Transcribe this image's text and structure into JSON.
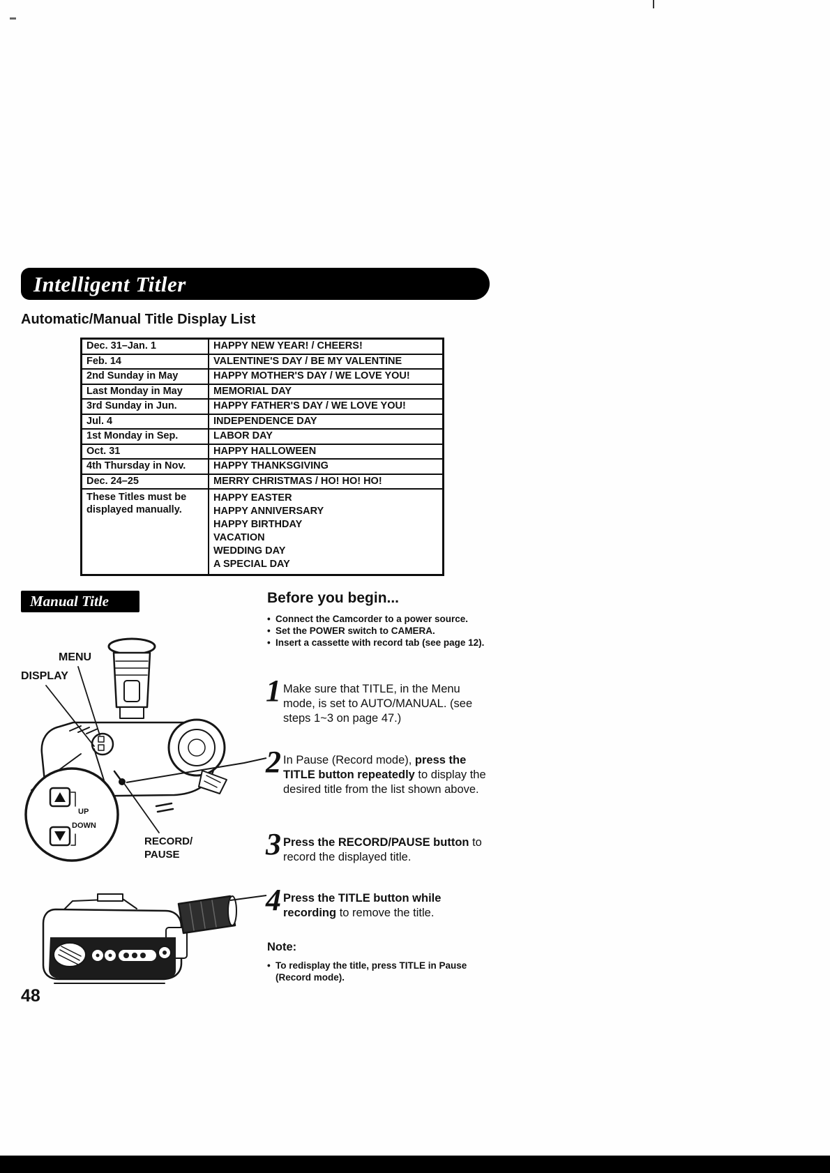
{
  "page": {
    "banner": "Intelligent Titler",
    "section_title": "Automatic/Manual Title Display List",
    "number": "48"
  },
  "colors": {
    "ink": "#111111",
    "banner_bg": "#000000",
    "paper": "#fefefe"
  },
  "title_table": {
    "rows": [
      {
        "date": "Dec. 31–Jan. 1",
        "title": "HAPPY NEW YEAR! / CHEERS!"
      },
      {
        "date": "Feb. 14",
        "title": "VALENTINE'S DAY / BE MY VALENTINE"
      },
      {
        "date": "2nd Sunday in May",
        "title": "HAPPY MOTHER'S DAY / WE LOVE YOU!"
      },
      {
        "date": "Last Monday in May",
        "title": "MEMORIAL DAY"
      },
      {
        "date": "3rd Sunday in Jun.",
        "title": "HAPPY FATHER'S DAY / WE LOVE YOU!"
      },
      {
        "date": "Jul. 4",
        "title": "INDEPENDENCE DAY"
      },
      {
        "date": "1st Monday in Sep.",
        "title": "LABOR DAY"
      },
      {
        "date": "Oct. 31",
        "title": "HAPPY HALLOWEEN"
      },
      {
        "date": "4th Thursday in Nov.",
        "title": "HAPPY THANKSGIVING"
      },
      {
        "date": "Dec. 24–25",
        "title": "MERRY CHRISTMAS / HO! HO! HO!"
      }
    ],
    "manual_row": {
      "label": "These Titles must be displayed manually.",
      "titles": [
        "HAPPY EASTER",
        "HAPPY ANNIVERSARY",
        "HAPPY BIRTHDAY",
        "VACATION",
        "WEDDING DAY",
        "A SPECIAL DAY"
      ]
    }
  },
  "manual_title": {
    "badge": "Manual Title",
    "labels": {
      "menu": "MENU",
      "display": "DISPLAY",
      "up": "UP",
      "down": "DOWN",
      "record_pause_line1": "RECORD/",
      "record_pause_line2": "PAUSE"
    }
  },
  "instructions": {
    "before_title": "Before you begin...",
    "before_items": [
      "Connect the Camcorder to a power source.",
      "Set the POWER switch to CAMERA.",
      "Insert a cassette with record tab (see page 12)."
    ],
    "steps": [
      {
        "num": "1",
        "pre": "Make sure that TITLE, in the Menu mode, is set to AUTO/MANUAL. (see steps 1~3 on page 47.)",
        "bold": "",
        "post": ""
      },
      {
        "num": "2",
        "pre": "In Pause (Record mode), ",
        "bold": "press the TITLE button repeatedly",
        "post": " to display the desired title from the list shown above."
      },
      {
        "num": "3",
        "pre": "",
        "bold": "Press the RECORD/PAUSE button",
        "post": " to record the displayed title."
      },
      {
        "num": "4",
        "pre": "",
        "bold": "Press the TITLE button while recording",
        "post": " to remove the title."
      }
    ],
    "note_title": "Note:",
    "note_items": [
      "To redisplay the title, press TITLE in Pause (Record mode)."
    ]
  }
}
